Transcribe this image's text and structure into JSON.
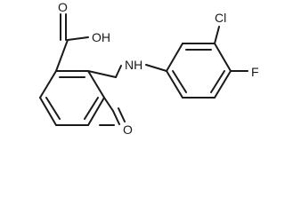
{
  "molecule": {
    "atoms": {
      "hydroxyl": "OH",
      "carbonyl_acid": "O",
      "amide_nh": "NH",
      "carbonyl_amide": "O",
      "chlorine": "Cl",
      "fluorine": "F"
    },
    "colors": {
      "bond": "#1a1a1a",
      "text": "#1a1a1a",
      "background": "#ffffff"
    }
  }
}
